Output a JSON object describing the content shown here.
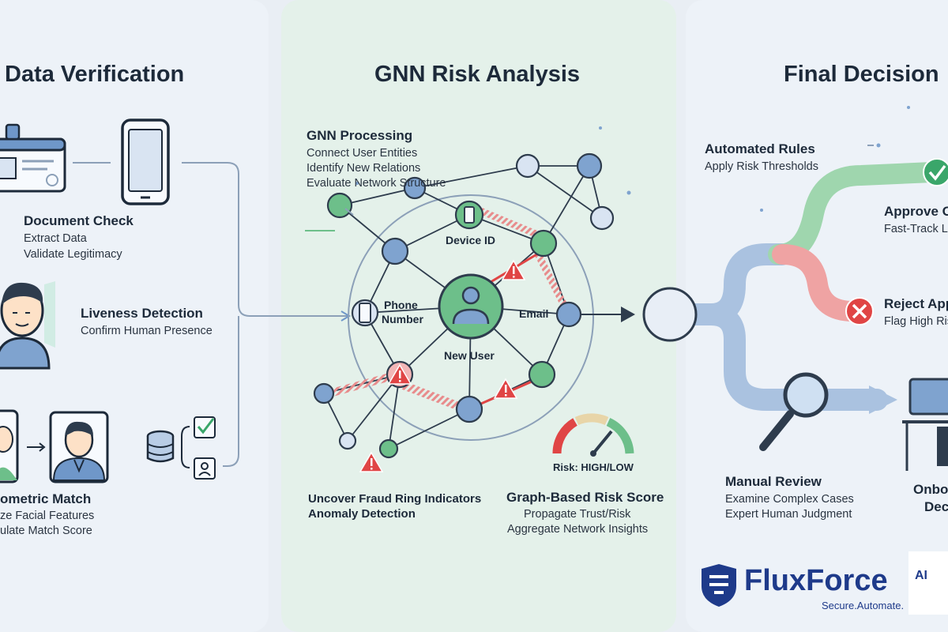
{
  "panels": {
    "verification": {
      "title": "Data Verification",
      "document_check": {
        "heading": "Document Check",
        "lines": [
          "Extract Data",
          "Validate Legitimacy"
        ]
      },
      "liveness": {
        "heading": "Liveness Detection",
        "lines": [
          "Confirm Human Presence"
        ]
      },
      "biometric": {
        "heading": "ometric Match",
        "lines": [
          "ze Facial Features",
          "ulate Match Score"
        ]
      }
    },
    "gnn": {
      "title": "GNN Risk Analysis",
      "processing": {
        "heading": "GNN Processing",
        "lines": [
          "Connect User Entities",
          "Identify New Relations",
          "Evaluate Network Structure"
        ]
      },
      "nodes": {
        "device_id": "Device ID",
        "phone_number_1": "Phone",
        "phone_number_2": "Number",
        "email": "Email",
        "new_user": "New User"
      },
      "fraud": {
        "line1": "Uncover Fraud Ring Indicators",
        "line2": "Anomaly Detection"
      },
      "risk_gauge_label": "Risk: HIGH/LOW",
      "score": {
        "heading": "Graph-Based Risk Score",
        "lines": [
          "Propagate Trust/Risk",
          "Aggregate Network Insights"
        ]
      }
    },
    "decision": {
      "title": "Final Decision",
      "automated": {
        "heading": "Automated Rules",
        "lines": [
          "Apply Risk Thresholds"
        ]
      },
      "approve": {
        "heading": "Approve O",
        "lines": [
          "Fast-Track L"
        ]
      },
      "reject": {
        "heading": "Reject App",
        "lines": [
          "Flag High Ris"
        ]
      },
      "manual": {
        "heading": "Manual Review",
        "lines": [
          "Examine Complex Cases",
          "Expert Human Judgment"
        ]
      },
      "onboard": {
        "line1": "Onbo",
        "line2": "Dec"
      }
    }
  },
  "brand": {
    "name": "FluxForce",
    "suffix": "AI",
    "tagline": "Secure.Automate."
  },
  "colors": {
    "green": "#6dbf8a",
    "blue": "#6f97c9",
    "red": "#e04545",
    "dark": "#1d2a3a"
  }
}
